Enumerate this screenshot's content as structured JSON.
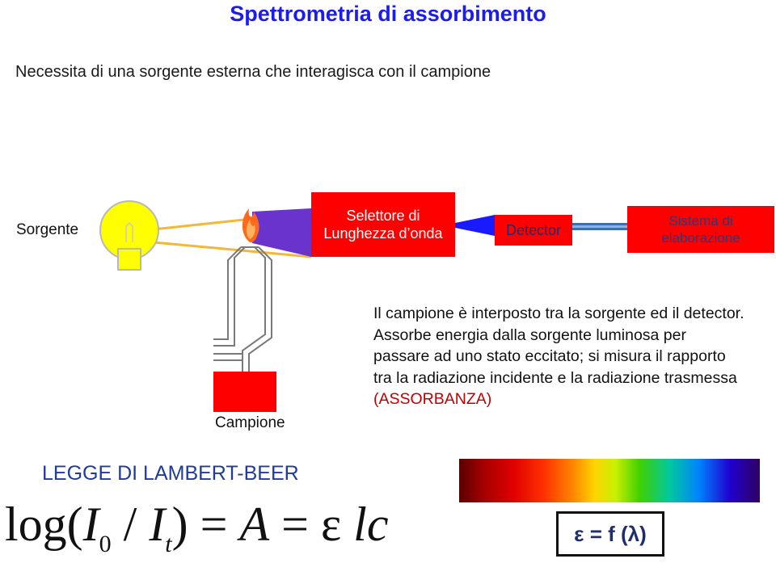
{
  "title": "Spettrometria di assorbimento",
  "subtitle": "Necessita di una sorgente esterna che interagisca con il campione",
  "labels": {
    "source": "Sorgente",
    "selector_line1": "Selettore di",
    "selector_line2": "Lunghezza d’onda",
    "detector": "Detector",
    "system_line1": "Sistema di",
    "system_line2": "elaborazione",
    "sample": "Campione"
  },
  "description": {
    "text": "Il campione è interposto tra la sorgente ed il detector. Assorbe energia dalla sorgente luminosa per passare ad uno stato eccitato; si misura il rapporto tra la radiazione incidente e la radiazione trasmessa ",
    "highlight": "(ASSORBANZA)"
  },
  "law": {
    "title": "LEGGE DI LAMBERT-BEER",
    "log": "log(",
    "i0": "I",
    "i0_sub": "0",
    "slash": " / ",
    "it": "I",
    "it_sub": "t",
    "close": ")",
    "eq1": " = ",
    "a": "A",
    "eq2": " = ",
    "eps": "ε",
    "lc": " lc"
  },
  "epsilon_formula": "ε = f (λ)",
  "colors": {
    "title": "#1c1cf0",
    "box_fill": "#ff0000",
    "law_title": "#1f3c9a",
    "beam": "#6a33cc",
    "highlight": "#c00000"
  }
}
